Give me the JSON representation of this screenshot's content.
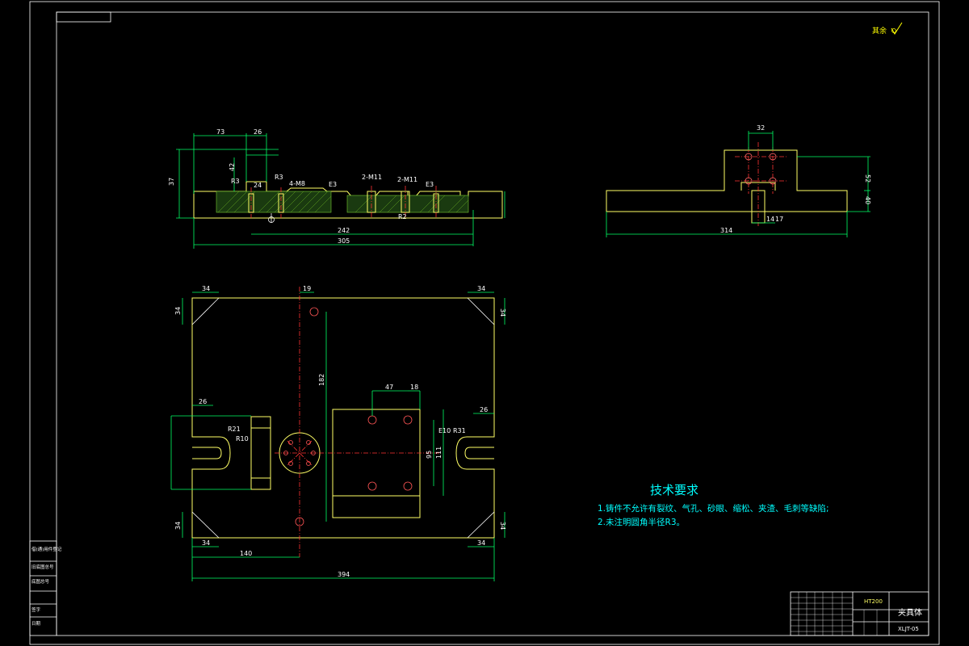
{
  "roughness_note": "其余",
  "dimensions_front": {
    "d73": "73",
    "d26": "26",
    "d37": "37",
    "d42": "42",
    "dR3a": "R3",
    "dR3b": "R3",
    "d24": "24",
    "d4m8": "4-M8",
    "d2m11a": "2-M11",
    "d2m11b": "2-M11",
    "dR2": "R2",
    "dE3": "E3",
    "d242": "242",
    "d305": "305"
  },
  "dimensions_side": {
    "d32": "32",
    "d52": "52",
    "d40": "40",
    "d314": "314",
    "d14": "14",
    "d17": "17"
  },
  "dimensions_top": {
    "d34a": "34",
    "d34b": "34",
    "d34c": "34",
    "d34d": "34",
    "d34e": "34",
    "d34f": "34",
    "d34g": "34",
    "d34h": "34",
    "d19": "19",
    "d182": "182",
    "d26a": "26",
    "d26b": "26",
    "dR21": "R21",
    "dR10": "R10",
    "dR31": "R31",
    "dE10": "E10",
    "d47": "47",
    "d18": "18",
    "d95": "95",
    "d111": "111",
    "d140": "140",
    "d394": "394"
  },
  "tech_requirements": {
    "title": "技术要求",
    "items": [
      "1.铸件不允许有裂纹、气孔、砂眼、缩松、夹渣、毛刺等缺陷;",
      "2.未注明圆角半径R3。"
    ]
  },
  "title_block": {
    "material": "HT200",
    "part_name": "夹具体",
    "drawing_no": "XLJT-05"
  },
  "side_strip": {
    "labels": [
      "借(通)用件登记",
      "旧底图总号",
      "底图总号",
      "签字",
      "日期"
    ]
  }
}
